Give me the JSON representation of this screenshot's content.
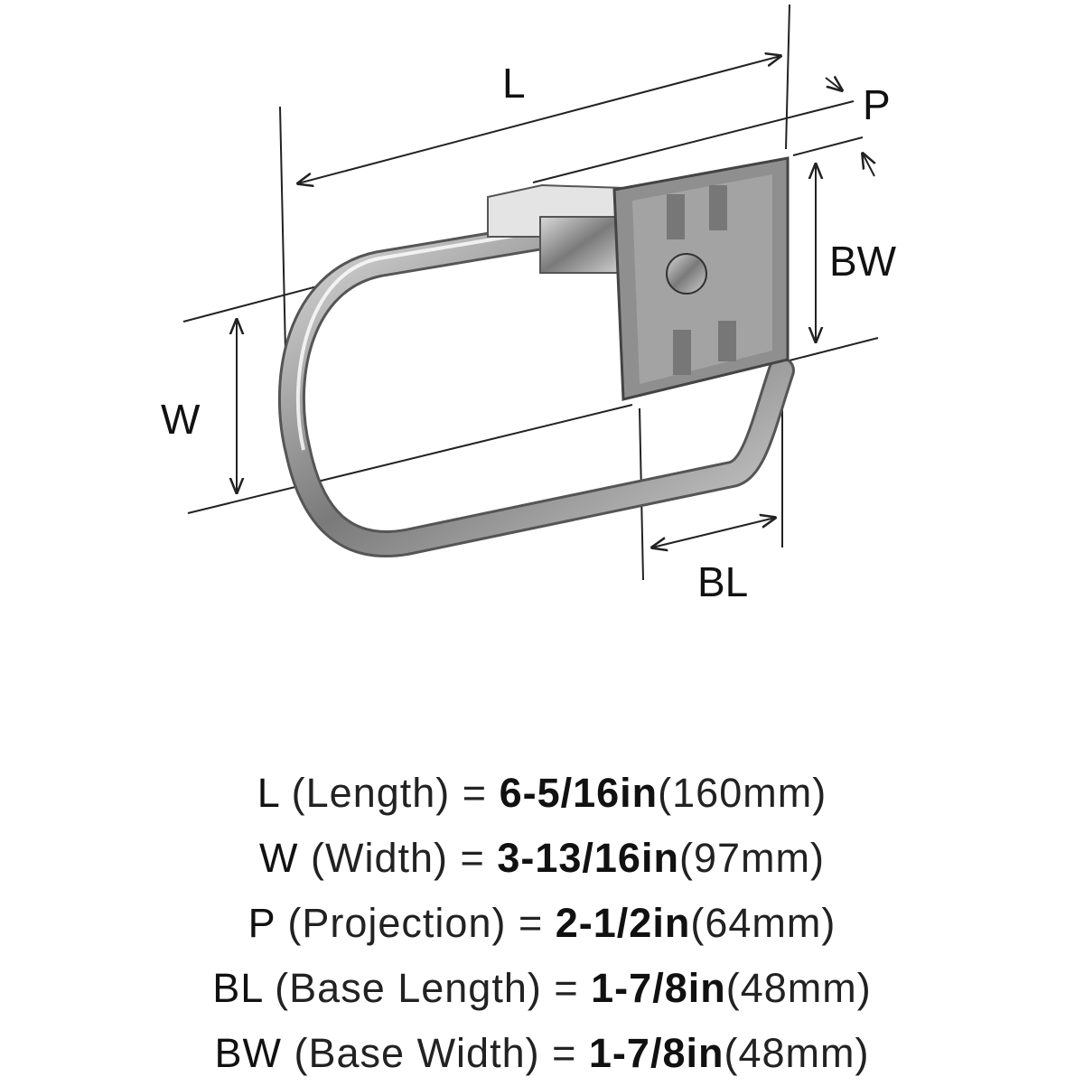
{
  "diagram_labels": {
    "L": "L",
    "P": "P",
    "BW": "BW",
    "W": "W",
    "BL": "BL"
  },
  "specs": [
    {
      "code": "L",
      "desc": "(Length) =",
      "inches": "6-5/16in",
      "mm": "(160mm)"
    },
    {
      "code": "W",
      "desc": "(Width) =",
      "inches": "3-13/16in",
      "mm": "(97mm)"
    },
    {
      "code": "P",
      "desc": "(Projection) =",
      "inches": "2-1/2in",
      "mm": "(64mm)"
    },
    {
      "code": "BL",
      "desc": "(Base Length) =",
      "inches": "1-7/8in",
      "mm": "(48mm)"
    },
    {
      "code": "BW",
      "desc": "(Base Width) =",
      "inches": "1-7/8in",
      "mm": "(48mm)"
    }
  ]
}
